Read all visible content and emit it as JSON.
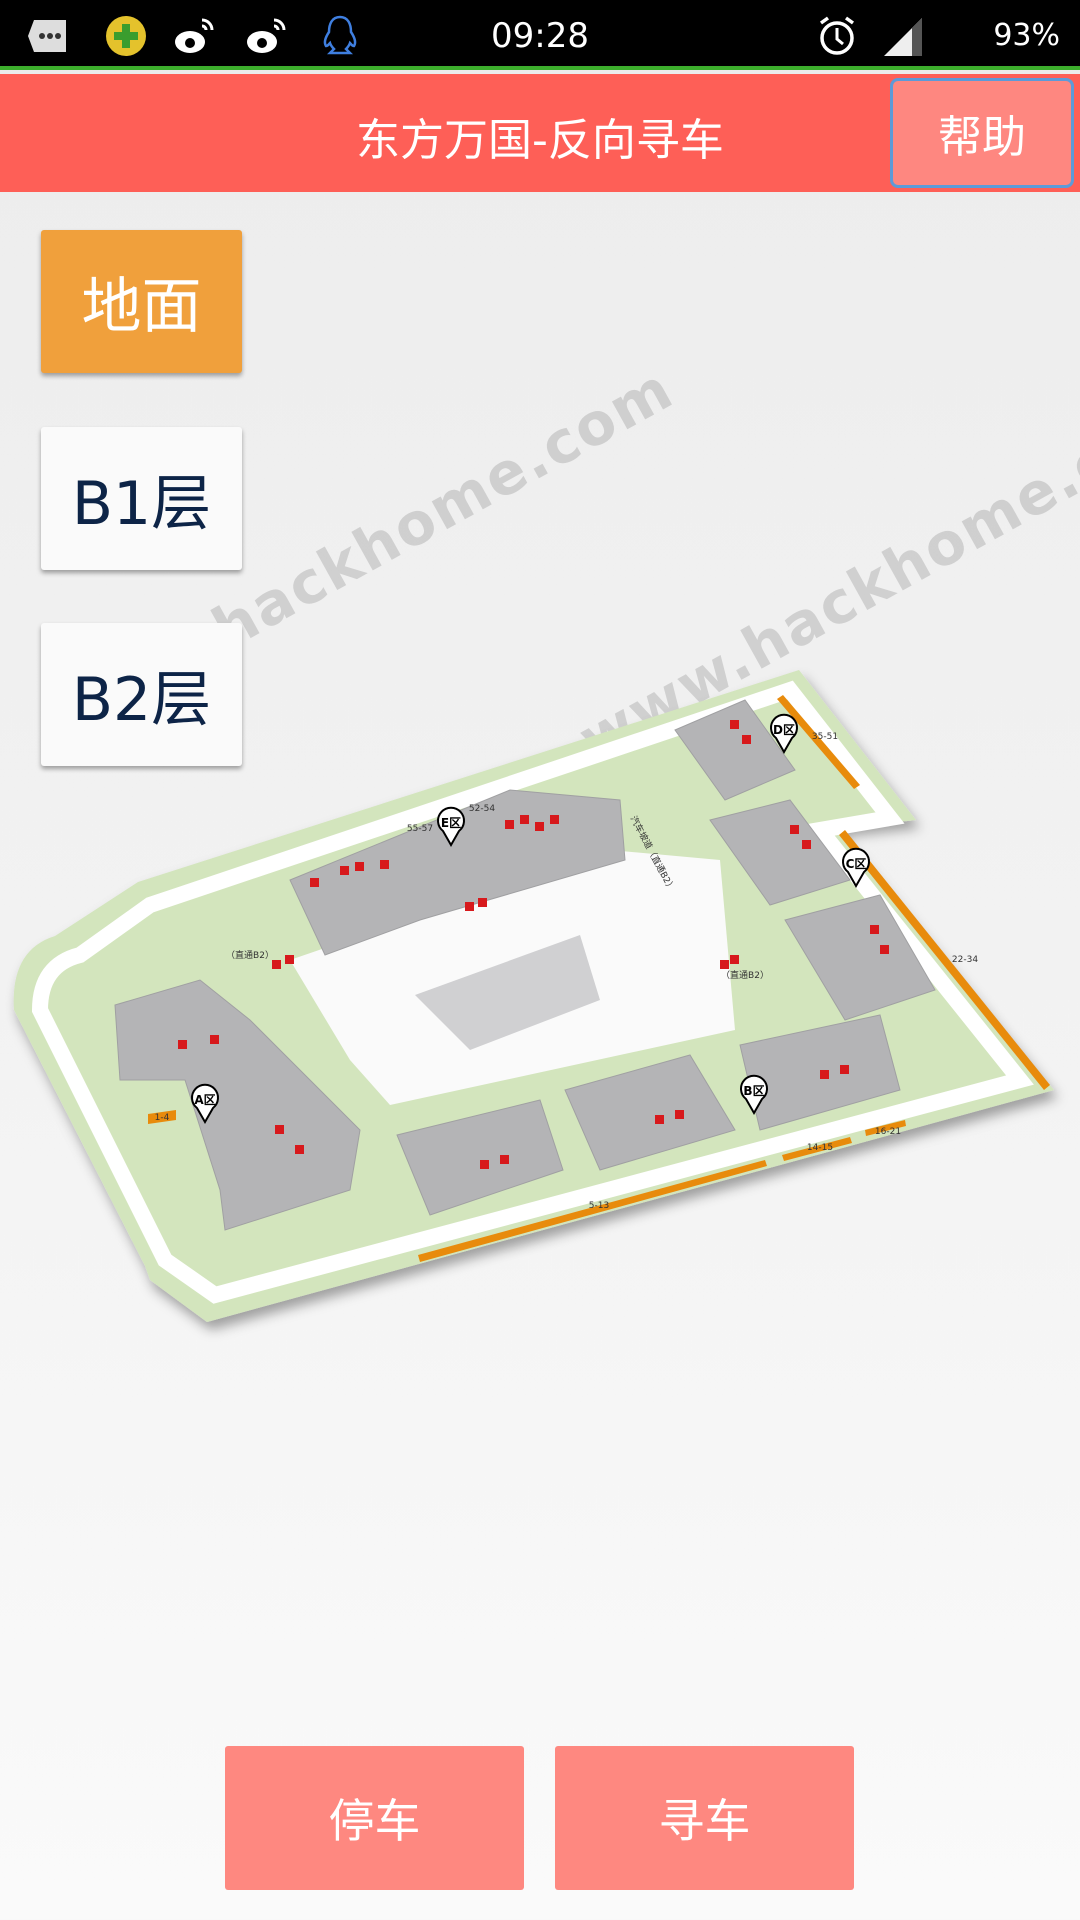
{
  "status_bar": {
    "time": "09:28",
    "battery": "93%",
    "icons": [
      "more-icon",
      "360-icon",
      "weibo-icon",
      "weibo-icon",
      "qq-icon",
      "alarm-icon",
      "signal-icon"
    ]
  },
  "header": {
    "title": "东方万国-反向寻车",
    "help_label": "帮助"
  },
  "floors": [
    {
      "label": "地面",
      "active": true
    },
    {
      "label": "B1层",
      "active": false
    },
    {
      "label": "B2层",
      "active": false
    }
  ],
  "watermark": "www.hackhome.com",
  "map": {
    "zones": [
      "A区",
      "B区",
      "C区",
      "D区",
      "E区"
    ],
    "parking": [
      "1-4",
      "5-13",
      "14-15",
      "16-21",
      "22-34",
      "35-51",
      "55-57",
      "52-54"
    ],
    "notes": [
      "（直通B2）",
      "（直通B2）",
      "汽车坡道（直通B2）"
    ]
  },
  "actions": {
    "park_label": "停车",
    "find_label": "寻车"
  },
  "colors": {
    "header": "#fe5f57",
    "active_floor": "#f0a03c",
    "action": "#fe8880"
  }
}
